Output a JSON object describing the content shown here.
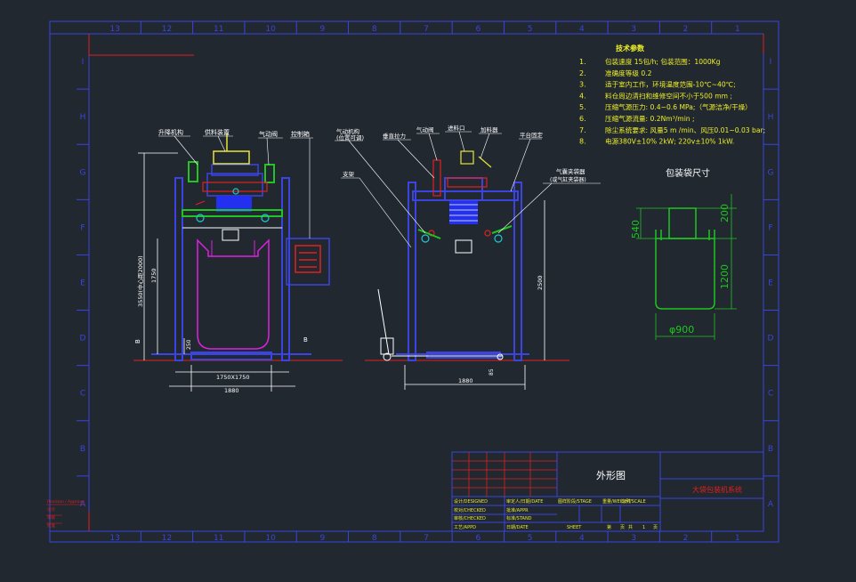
{
  "frame": {
    "col_labels": [
      "13",
      "12",
      "11",
      "10",
      "9",
      "8",
      "7",
      "6",
      "5",
      "4",
      "3",
      "2",
      "1"
    ],
    "row_labels": [
      "I",
      "H",
      "G",
      "F",
      "E",
      "D",
      "C",
      "B",
      "A"
    ]
  },
  "tech": {
    "title": "技术参数",
    "items": [
      {
        "n": "1.",
        "text": "包装速度  15包/h; 包装范围：1000Kg"
      },
      {
        "n": "2.",
        "text": "准确度等级  0.2"
      },
      {
        "n": "3.",
        "text": "适于室内工作，环境温度范围-10℃~40℃;"
      },
      {
        "n": "4.",
        "text": "料仓周边清扫和维修空间不小于500 mm ;"
      },
      {
        "n": "5.",
        "text": "压缩气源压力:  0.4~0.6 MPa;（气源洁净/干燥）"
      },
      {
        "n": "6.",
        "text": "压缩气源流量:  0.2Nm³/min ;"
      },
      {
        "n": "7.",
        "text": "除尘系统要求:  风量5 m  /min、风压0.01~0.03 bar;"
      },
      {
        "n": "8.",
        "text": "电源380V±10% 2kW; 220v±10% 1kW."
      }
    ]
  },
  "bag": {
    "title": "包装袋尺寸",
    "dims": {
      "neck_height": "200",
      "body_height": "1200",
      "overall": "540",
      "width": "φ900"
    }
  },
  "front_view": {
    "labels": [
      "升降机构",
      "供料装置",
      "气动阀",
      "控制箱"
    ],
    "dims": {
      "height_total": "3550(中心距2000)",
      "height_bag": "1750",
      "base_gap": "250",
      "pallet": "1750X1750",
      "width": "1880"
    },
    "section": [
      "B",
      "B"
    ]
  },
  "side_view": {
    "labels": [
      "气动机构",
      "(位置可调)",
      "垂直拉力",
      "气动阀",
      "进料口",
      "加料器",
      "平台固定",
      "支架",
      "气囊夹袋器",
      "(或气缸夹袋器)"
    ],
    "dims": {
      "height": "2500",
      "width": "1880",
      "lift": "85"
    }
  },
  "title_block": {
    "drawing_name": "外形图",
    "product_name": "大袋包装机系统",
    "cells": [
      "设计/DESIGNED",
      "审定人/日期/DATE",
      "校对/CHECKED",
      "批准/APPR",
      "审核/CHECKED",
      "标准/STAND",
      "工艺/APPD",
      "日期/DATE",
      "图样阶段/STAGE",
      "重量/WEIGHT",
      "比例/SCALE",
      "SHEET",
      "第",
      "页",
      "共",
      "1",
      "页"
    ]
  },
  "revision": {
    "text": [
      "Revision / Approve",
      "设计",
      "审核",
      "批准"
    ]
  }
}
